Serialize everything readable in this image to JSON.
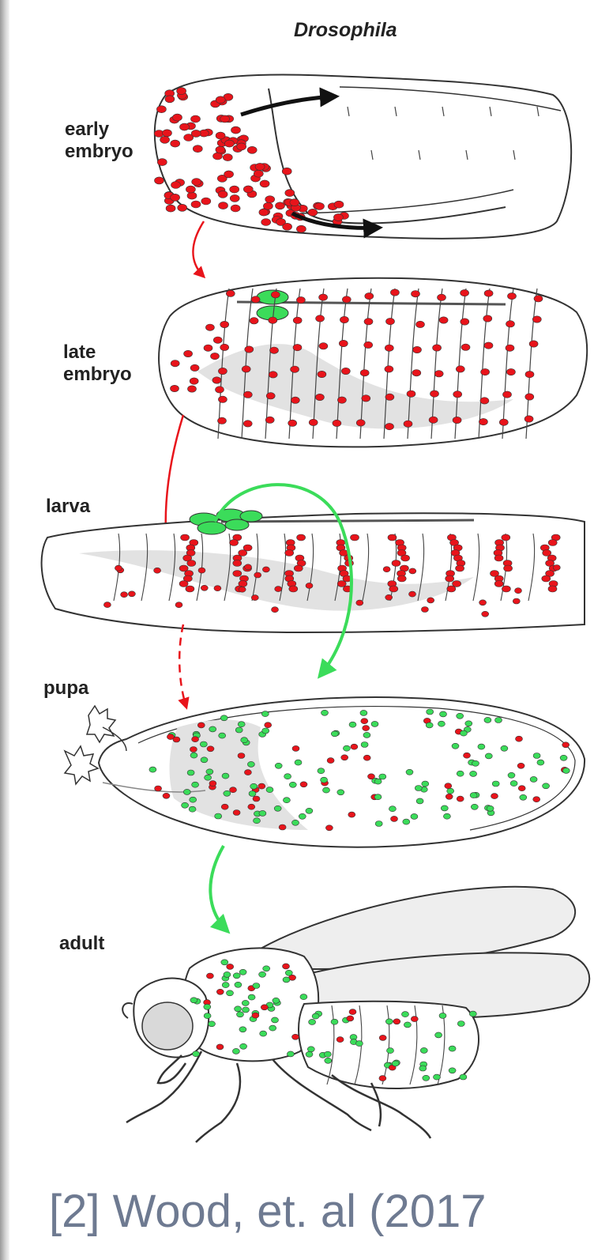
{
  "figure": {
    "title": "Drosophila",
    "stages": [
      {
        "id": "early-embryo",
        "label_lines": [
          "early",
          "embryo"
        ]
      },
      {
        "id": "late-embryo",
        "label_lines": [
          "late",
          "embryo"
        ]
      },
      {
        "id": "larva",
        "label_lines": [
          "larva"
        ]
      },
      {
        "id": "pupa",
        "label_lines": [
          "pupa"
        ]
      },
      {
        "id": "adult",
        "label_lines": [
          "adult"
        ]
      }
    ]
  },
  "citation": "[2] Wood, et. al (2017",
  "colors": {
    "red_cell": "#e8141b",
    "green_cell": "#3bdc5a",
    "outline": "#333333",
    "shade": "#e2e2e2",
    "red_arrow": "#e8141b",
    "green_arrow": "#3bdc5a",
    "black_arrow": "#111111",
    "citation": "#6e7a91"
  },
  "icons": [
    "embryo-outline",
    "larva-outline",
    "pupa-outline",
    "fly-outline"
  ]
}
